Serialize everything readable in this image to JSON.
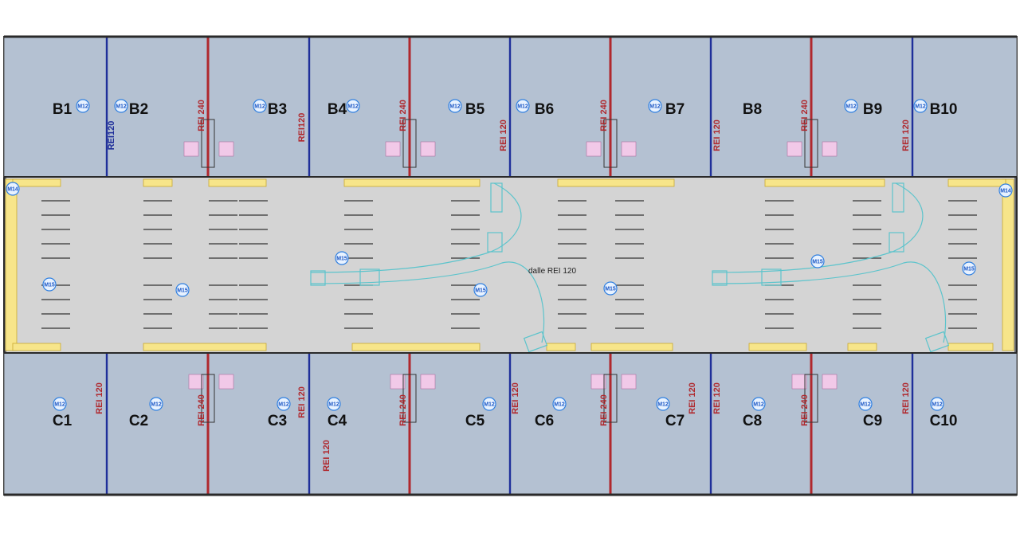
{
  "plan": {
    "units_top": [
      "B1",
      "B2",
      "B3",
      "B4",
      "B5",
      "B6",
      "B7",
      "B8",
      "B9",
      "B10"
    ],
    "units_bottom": [
      "C1",
      "C2",
      "C3",
      "C4",
      "C5",
      "C6",
      "C7",
      "C8",
      "C9",
      "C10"
    ],
    "slab_label": "dalle REI 120",
    "wall_label_240": "REI 240",
    "wall_label_120": "REI 120",
    "wall_label_120_alt": "REI120",
    "badge_m12": "M12",
    "badge_m15": "M15",
    "badge_m14": "M14",
    "colors": {
      "unit_fill": "#b4c1d2",
      "driveway_fill": "#d4d4d4",
      "curb_fill": "#f7e58a",
      "wall_red": "#b0282d",
      "wall_blue": "#1f2f9a",
      "wall_black": "#2a2a2a",
      "turning_path": "#5cc4cc",
      "badge_blue": "#2f7fe0",
      "stair_pink": "#f1c9e8"
    }
  }
}
